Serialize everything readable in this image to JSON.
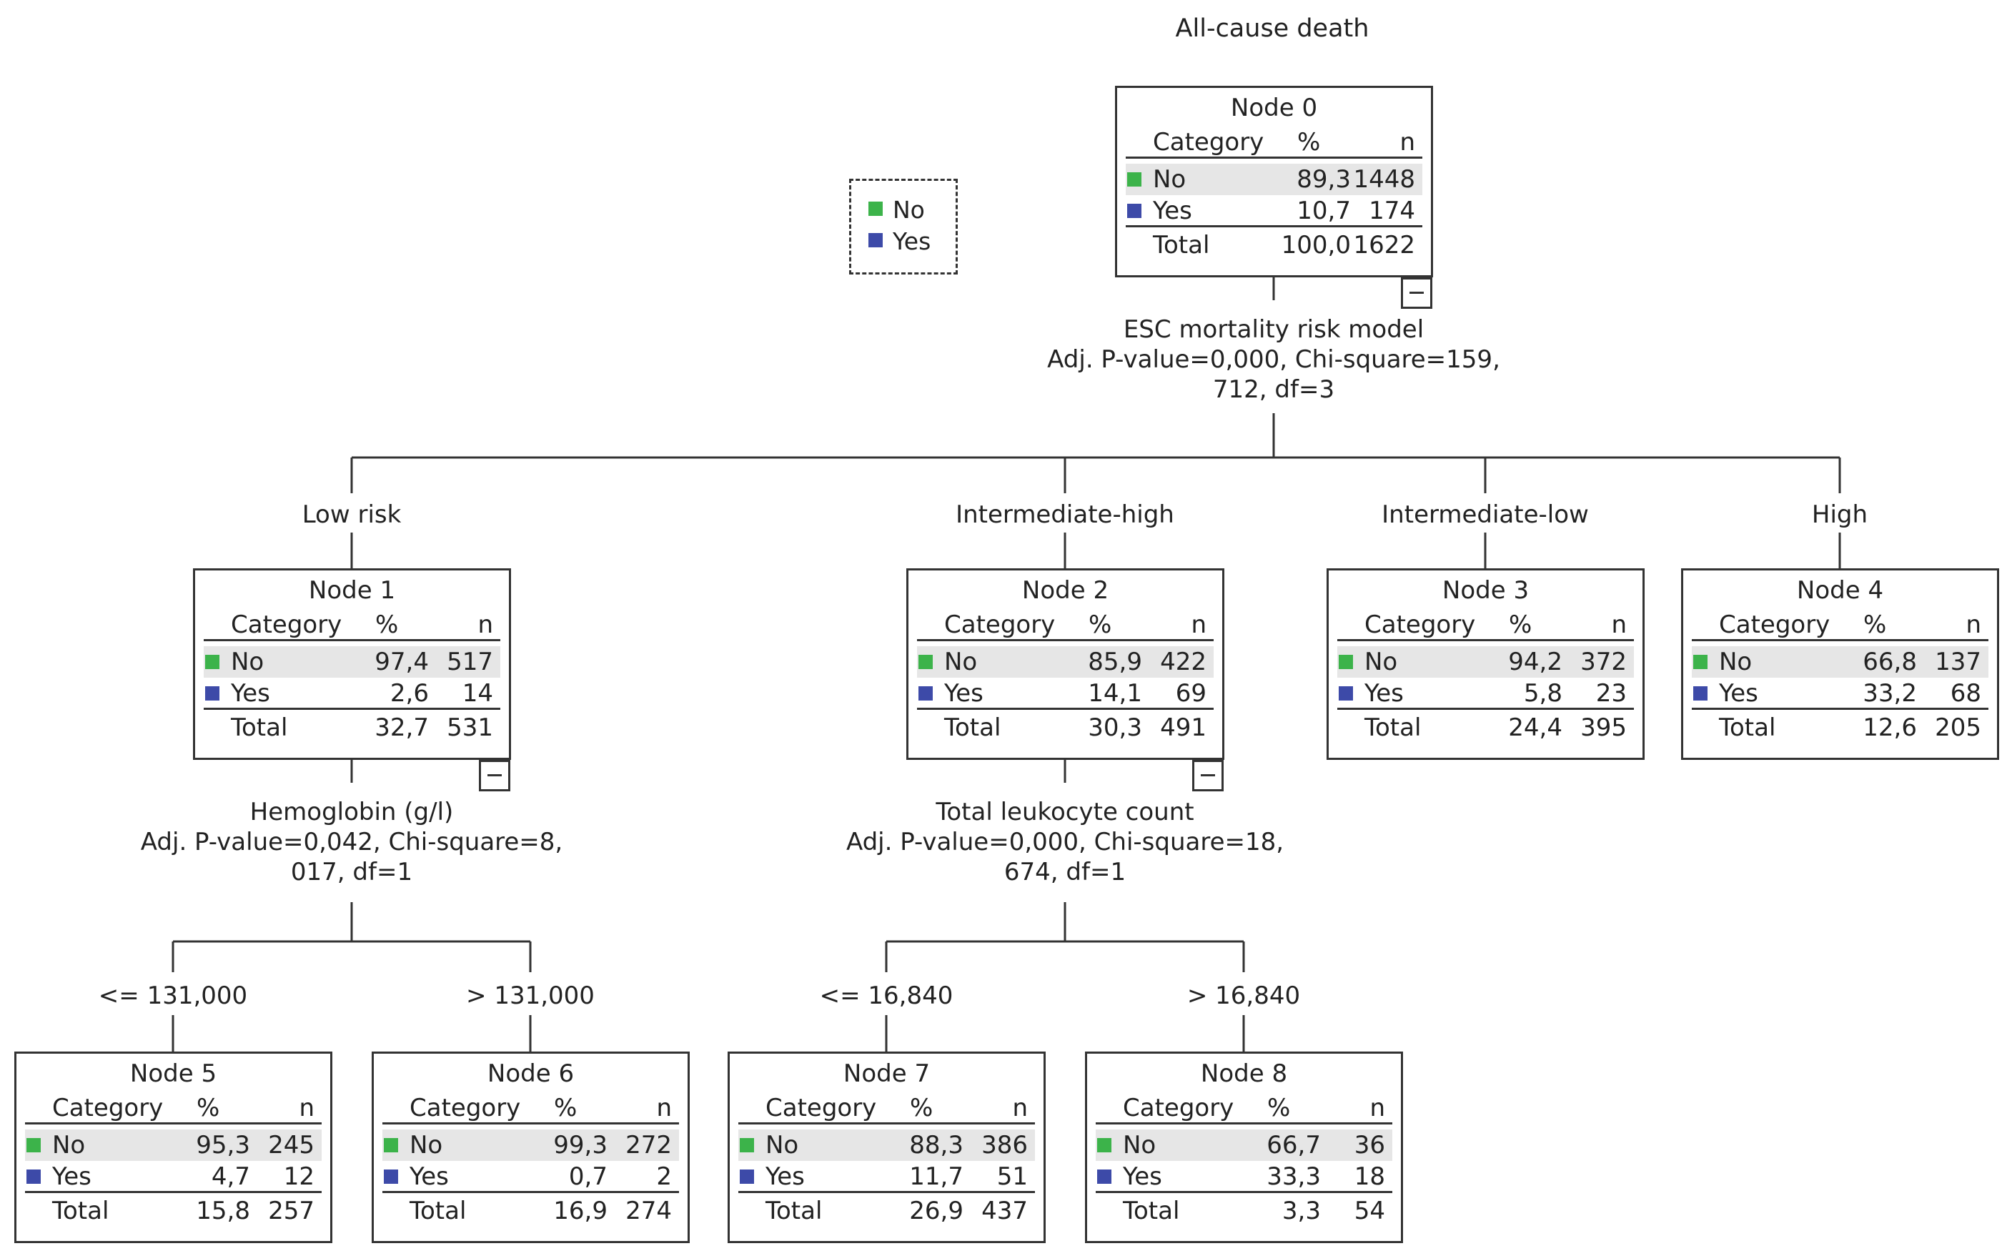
{
  "title": "All-cause death",
  "colors": {
    "no": "#3cb34a",
    "yes": "#3d4aa8"
  },
  "legend": {
    "no": "No",
    "yes": "Yes"
  },
  "headers": {
    "category": "Category",
    "pct": "%",
    "n": "n"
  },
  "nodes": [
    {
      "name": "Node 0",
      "no": [
        "No",
        "89,3",
        "1448"
      ],
      "yes": [
        "Yes",
        "10,7",
        "174"
      ],
      "total": [
        "Total",
        "100,0",
        "1622"
      ]
    },
    {
      "name": "Node 1",
      "no": [
        "No",
        "97,4",
        "517"
      ],
      "yes": [
        "Yes",
        "2,6",
        "14"
      ],
      "total": [
        "Total",
        "32,7",
        "531"
      ]
    },
    {
      "name": "Node 2",
      "no": [
        "No",
        "85,9",
        "422"
      ],
      "yes": [
        "Yes",
        "14,1",
        "69"
      ],
      "total": [
        "Total",
        "30,3",
        "491"
      ]
    },
    {
      "name": "Node 3",
      "no": [
        "No",
        "94,2",
        "372"
      ],
      "yes": [
        "Yes",
        "5,8",
        "23"
      ],
      "total": [
        "Total",
        "24,4",
        "395"
      ]
    },
    {
      "name": "Node 4",
      "no": [
        "No",
        "66,8",
        "137"
      ],
      "yes": [
        "Yes",
        "33,2",
        "68"
      ],
      "total": [
        "Total",
        "12,6",
        "205"
      ]
    },
    {
      "name": "Node 5",
      "no": [
        "No",
        "95,3",
        "245"
      ],
      "yes": [
        "Yes",
        "4,7",
        "12"
      ],
      "total": [
        "Total",
        "15,8",
        "257"
      ]
    },
    {
      "name": "Node 6",
      "no": [
        "No",
        "99,3",
        "272"
      ],
      "yes": [
        "Yes",
        "0,7",
        "2"
      ],
      "total": [
        "Total",
        "16,9",
        "274"
      ]
    },
    {
      "name": "Node 7",
      "no": [
        "No",
        "88,3",
        "386"
      ],
      "yes": [
        "Yes",
        "11,7",
        "51"
      ],
      "total": [
        "Total",
        "26,9",
        "437"
      ]
    },
    {
      "name": "Node 8",
      "no": [
        "No",
        "66,7",
        "36"
      ],
      "yes": [
        "Yes",
        "33,3",
        "18"
      ],
      "total": [
        "Total",
        "3,3",
        "54"
      ]
    }
  ],
  "splits": [
    {
      "variable": "ESC mortality risk model",
      "line2": "Adj. P-value=0,000, Chi-square=159,",
      "line3": "712, df=3"
    },
    {
      "variable": "Hemoglobin (g/l)",
      "line2": "Adj. P-value=0,042, Chi-square=8,",
      "line3": "017, df=1"
    },
    {
      "variable": "Total leukocyte count",
      "line2": "Adj. P-value=0,000, Chi-square=18,",
      "line3": "674, df=1"
    }
  ],
  "branches": [
    "Low risk",
    "Intermediate-high",
    "Intermediate-low",
    "High",
    "<= 131,000",
    "> 131,000",
    "<= 16,840",
    "> 16,840"
  ]
}
